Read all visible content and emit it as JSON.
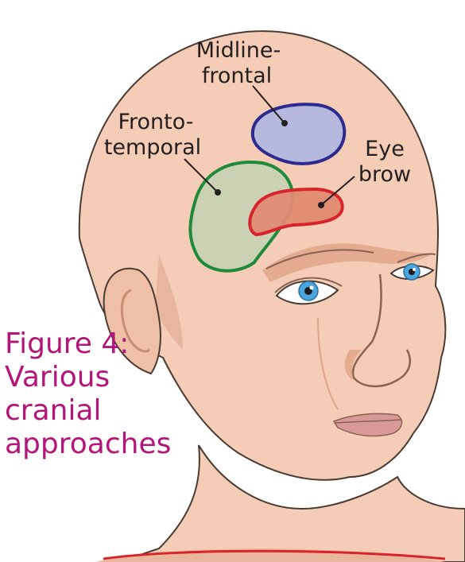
{
  "labels": {
    "midline": [
      "Midline-",
      "frontal"
    ],
    "frontotemporal": [
      "Fronto-",
      "temporal"
    ],
    "eyebrow": [
      "Eye",
      "brow"
    ]
  },
  "caption": [
    "Figure 4:",
    "Various",
    "cranial",
    "approaches"
  ],
  "colors": {
    "skin": "#f5cdb6",
    "skin_shadow": "#e4ab91",
    "outline": "#4a3b35",
    "midline_fill": "#b7b8dd",
    "midline_stroke": "#2d2b8f",
    "frontotemporal_fill": "#c3d2b3",
    "frontotemporal_stroke": "#1f8a3a",
    "eyebrow_fill": "#e08a72",
    "eyebrow_stroke": "#d8242c",
    "caption": "#b3157a",
    "iris": "#4aa6dc",
    "lips": "#d99a96"
  }
}
